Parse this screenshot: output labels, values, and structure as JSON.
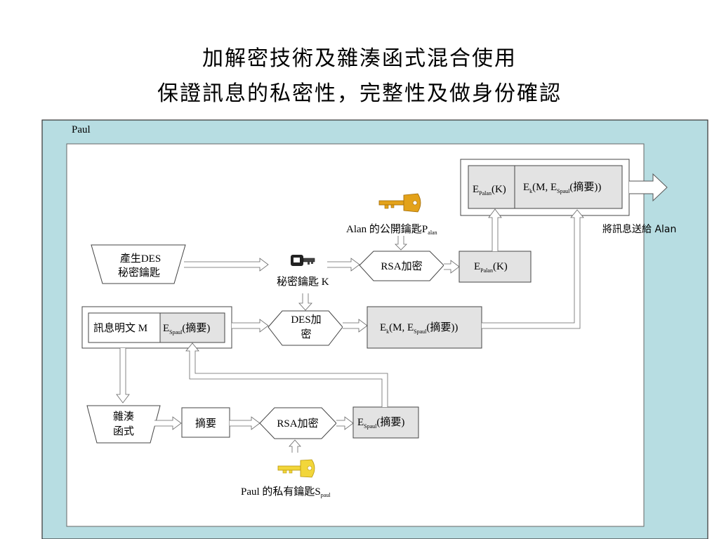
{
  "title": {
    "line1": "加解密技術及雜湊函式混合使用",
    "line2": "保證訊息的私密性，完整性及做身份確認"
  },
  "diagram": {
    "sender_label": "Paul",
    "gen_des_key": {
      "line1": "產生DES",
      "line2": "秘密鑰匙"
    },
    "secret_key_label": "秘密鑰匙 K",
    "alan_pubkey": {
      "text": "Alan 的公開鑰匙P",
      "sub": "alan"
    },
    "rsa_encrypt_top": "RSA加密",
    "epalan_k": {
      "pre": "E",
      "sub": "Palan",
      "post": "(K)"
    },
    "message_m": "訊息明文 M",
    "espaul_digest": {
      "pre": "E",
      "sub": "Spaul",
      "post": "(摘要)"
    },
    "des_encrypt": {
      "line1": "DES加",
      "line2": "密"
    },
    "ek_combined": {
      "pre": "E",
      "sub1": "k",
      "mid": "(M, E",
      "sub2": "Spaul",
      "post": "(摘要))"
    },
    "hash_function": {
      "line1": "雜湊",
      "line2": "函式"
    },
    "digest": "摘要",
    "rsa_encrypt_bottom": "RSA加密",
    "paul_privkey": {
      "text": "Paul 的私有鑰匙S",
      "sub": "paul"
    },
    "send_to_alan": "將訊息送給 Alan",
    "icons": {
      "alan_key": "gold-key-icon",
      "secret_key": "black-key-icon",
      "paul_key": "yellow-key-icon"
    },
    "colors": {
      "outer_panel": "#b7dde2",
      "box_fill": "#e3e3e3",
      "gold_key": "#e3a21a",
      "yellow_key": "#f2d63a"
    }
  }
}
